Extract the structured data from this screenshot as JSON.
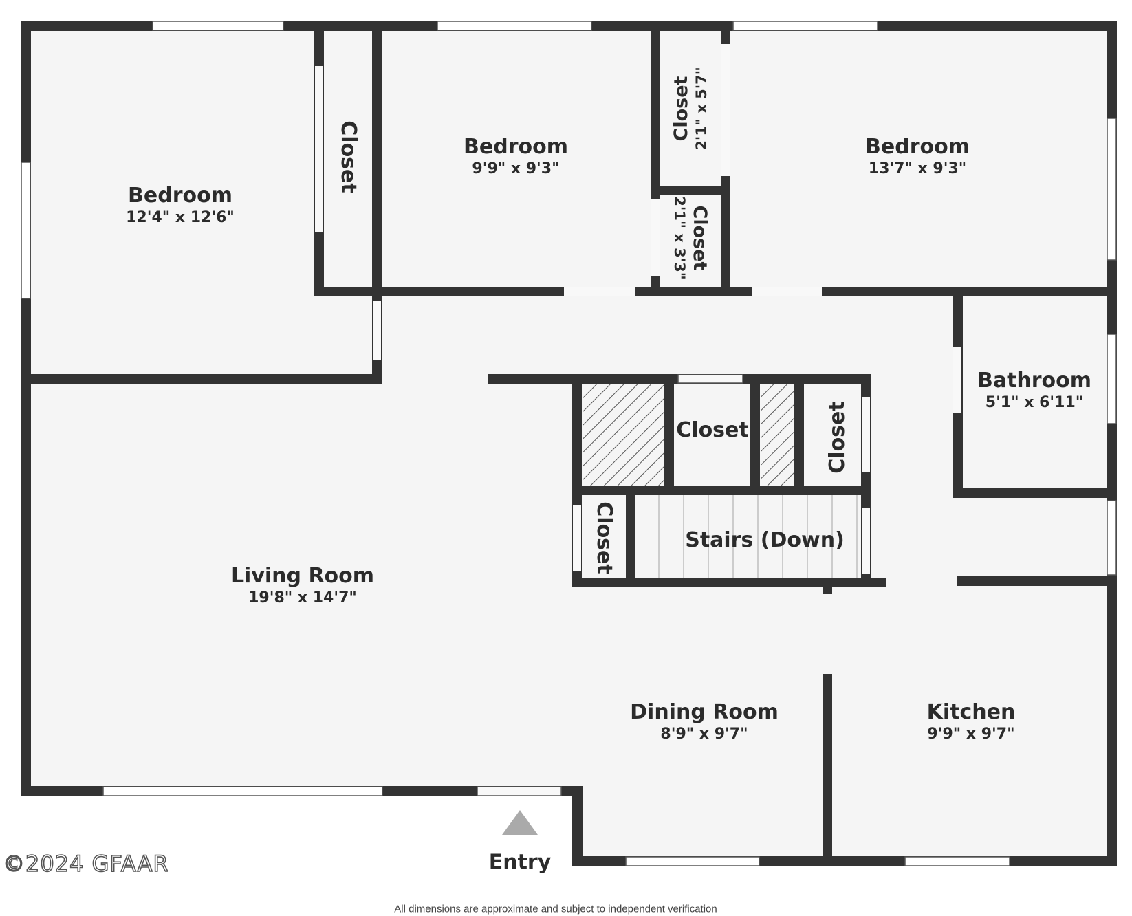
{
  "rooms": {
    "bedroom_left": {
      "name": "Bedroom",
      "dim": "12'4\" x 12'6\""
    },
    "closet_left": {
      "name": "Closet"
    },
    "bedroom_middle": {
      "name": "Bedroom",
      "dim": "9'9\" x 9'3\""
    },
    "closet_upper": {
      "name": "Closet",
      "dim": "2'1\" x 5'7\""
    },
    "closet_lower": {
      "name": "Closet",
      "dim": "2'1\" x 3'3\""
    },
    "bedroom_right": {
      "name": "Bedroom",
      "dim": "13'7\" x 9'3\""
    },
    "bathroom": {
      "name": "Bathroom",
      "dim": "5'1\" x 6'11\""
    },
    "closet_center": {
      "name": "Closet"
    },
    "closet_center_right": {
      "name": "Closet"
    },
    "closet_stairs": {
      "name": "Closet"
    },
    "stairs": {
      "name": "Stairs (Down)"
    },
    "living_room": {
      "name": "Living Room",
      "dim": "19'8\" x 14'7\""
    },
    "dining_room": {
      "name": "Dining Room",
      "dim": "8'9\" x 9'7\""
    },
    "kitchen": {
      "name": "Kitchen",
      "dim": "9'9\" x 9'7\""
    }
  },
  "entry_label": "Entry",
  "copyright": "©2024 GFAAR",
  "disclaimer": "All dimensions are approximate and subject to independent verification",
  "colors": {
    "wall": "#333333",
    "floor": "#f5f5f5",
    "window": "#ffffff",
    "hatch": "#555555",
    "entry_arrow": "#aaaaaa"
  }
}
